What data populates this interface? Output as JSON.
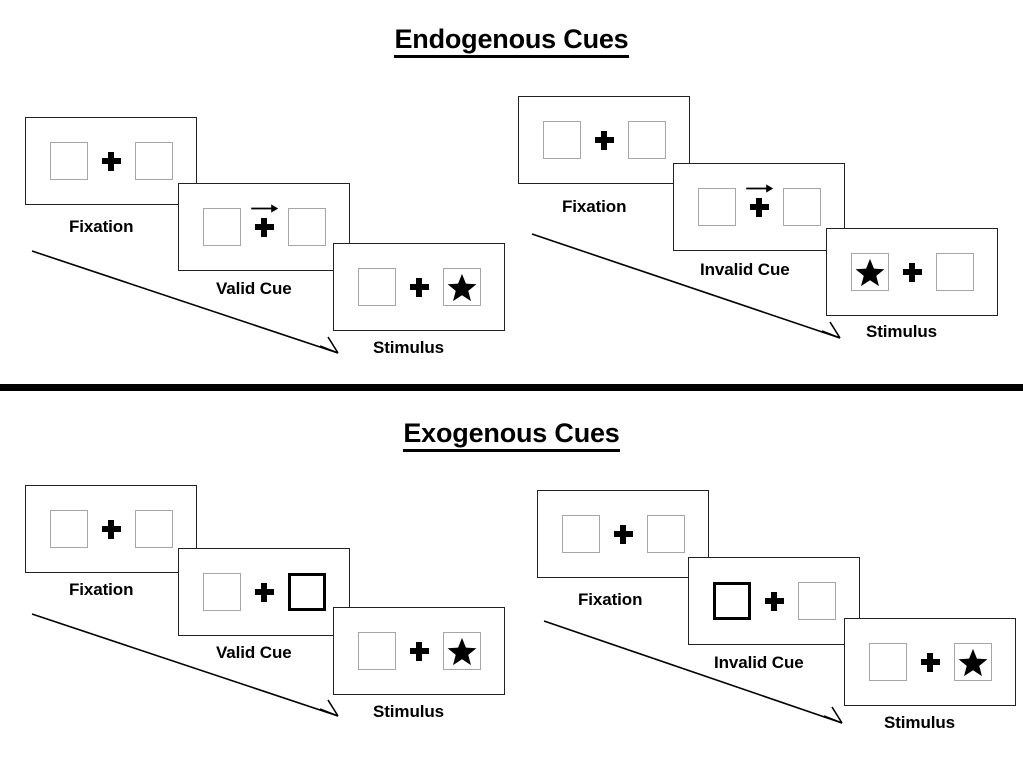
{
  "figure": {
    "type": "posner-cueing-paradigm",
    "sections": [
      {
        "id": "endogenous",
        "title": "Endogenous Cues",
        "sequences": [
          {
            "id": "endogenous-valid",
            "condition": "valid",
            "cue_type": "central-arrow",
            "panels": [
              {
                "label": "Fixation",
                "left_box": "empty",
                "right_box": "empty",
                "center": "plus",
                "cue": "none"
              },
              {
                "label": "Valid Cue",
                "left_box": "empty",
                "right_box": "empty",
                "center": "plus",
                "cue": "arrow-right-icon"
              },
              {
                "label": "Stimulus",
                "left_box": "empty",
                "right_box": "star",
                "center": "plus",
                "cue": "none"
              }
            ]
          },
          {
            "id": "endogenous-invalid",
            "condition": "invalid",
            "cue_type": "central-arrow",
            "panels": [
              {
                "label": "Fixation",
                "left_box": "empty",
                "right_box": "empty",
                "center": "plus",
                "cue": "none"
              },
              {
                "label": "Invalid Cue",
                "left_box": "empty",
                "right_box": "empty",
                "center": "plus",
                "cue": "arrow-right-icon"
              },
              {
                "label": "Stimulus",
                "left_box": "star",
                "right_box": "empty",
                "center": "plus",
                "cue": "none"
              }
            ]
          }
        ]
      },
      {
        "id": "exogenous",
        "title": "Exogenous Cues",
        "sequences": [
          {
            "id": "exogenous-valid",
            "condition": "valid",
            "cue_type": "peripheral-box-flash",
            "panels": [
              {
                "label": "Fixation",
                "left_box": "empty",
                "right_box": "empty",
                "center": "plus",
                "cue": "none"
              },
              {
                "label": "Valid Cue",
                "left_box": "empty",
                "right_box": "cued",
                "center": "plus",
                "cue": "none"
              },
              {
                "label": "Stimulus",
                "left_box": "empty",
                "right_box": "star",
                "center": "plus",
                "cue": "none"
              }
            ]
          },
          {
            "id": "exogenous-invalid",
            "condition": "invalid",
            "cue_type": "peripheral-box-flash",
            "panels": [
              {
                "label": "Fixation",
                "left_box": "empty",
                "right_box": "empty",
                "center": "plus",
                "cue": "none"
              },
              {
                "label": "Invalid Cue",
                "left_box": "cued",
                "right_box": "empty",
                "center": "plus",
                "cue": "none"
              },
              {
                "label": "Stimulus",
                "left_box": "empty",
                "right_box": "star",
                "center": "plus",
                "cue": "none"
              }
            ]
          }
        ]
      }
    ],
    "colors": {
      "background": "#ffffff",
      "ink": "#000000",
      "panel_border": "#222222",
      "box_border": "#a6a6a6",
      "cued_box_border": "#000000",
      "divider": "#000000"
    }
  }
}
